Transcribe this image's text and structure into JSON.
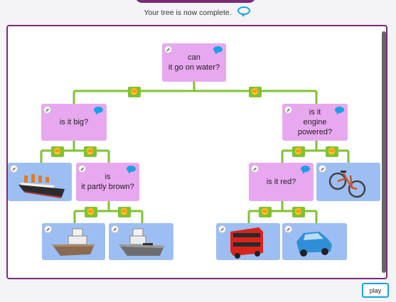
{
  "status": {
    "message": "Your tree is now complete."
  },
  "tree": {
    "root_question": "can\nit go on water?",
    "water_question": "is it big?",
    "water_small_question": "is\nit partly brown?",
    "land_question": "is it\nengine powered?",
    "engine_question": "is it red?",
    "pictures": {
      "big_yes": "ocean liner",
      "brown_yes": "brown boat",
      "brown_no": "grey boat",
      "engine_no": "bicycle",
      "red_yes": "red bus",
      "red_no": "blue car"
    },
    "answer_icons": {
      "yes": "thumbs-up-icon",
      "no": "thumbs-down-icon"
    }
  },
  "controls": {
    "play_label": "play"
  },
  "colors": {
    "question_node": "#e8a8f0",
    "picture_node": "#9dbef3",
    "connector": "#7fc234",
    "frame": "#7a2a78",
    "accent": "#1aa0e6"
  }
}
